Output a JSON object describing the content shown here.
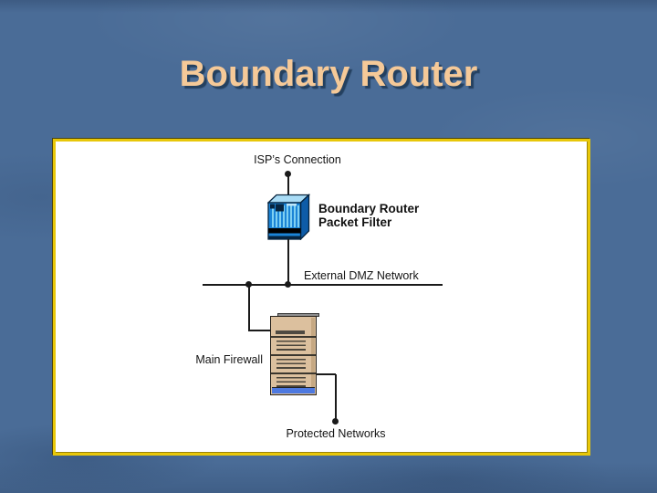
{
  "slide": {
    "title": "Boundary Router"
  },
  "diagram": {
    "isp_label": "ISP’s Connection",
    "router_label_line1": "Boundary Router",
    "router_label_line2": "Packet Filter",
    "dmz_label": "External DMZ Network",
    "firewall_label": "Main Firewall",
    "protected_label": "Protected Networks",
    "icons": [
      {
        "name": "boundary-router-icon",
        "depicts": "blue 3D router/packet-filter device"
      },
      {
        "name": "firewall-icon",
        "depicts": "tan firewall tower with blue base"
      }
    ]
  },
  "colors": {
    "background": "#4a6c97",
    "title_text": "#f5c998",
    "title_shadow": "#24405f",
    "panel_border": "#e8c709",
    "panel_bg": "#ffffff",
    "line": "#1a1a1a",
    "router_front": "#1b84d6",
    "router_top": "#a9dcf6",
    "router_side": "#0e5ca8",
    "router_stripe": "#7fd0f2",
    "firewall_body": "#dcc09e",
    "firewall_base": "#4e79e0"
  }
}
